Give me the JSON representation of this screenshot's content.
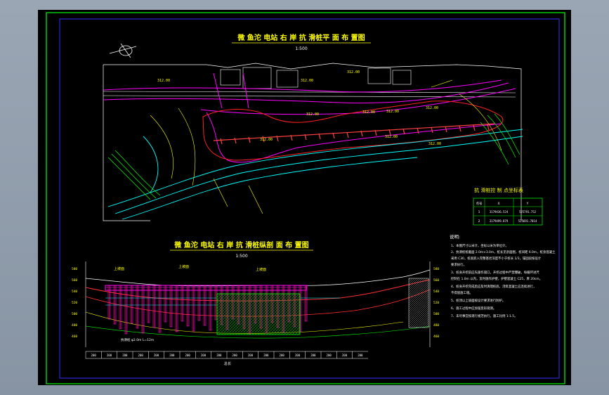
{
  "drawing": {
    "plan_title": "微 鱼沱 电站 右 岸 抗 滑桩平 面 布 置图",
    "plan_scale": "1:500",
    "profile_title": "微 鱼沱 电站 右 岸 抗 滑桩纵剖 面 布 置图",
    "profile_scale": "1:500",
    "control_table": {
      "title": "抗 滑桩控 制 点坐标表",
      "header": [
        "点号",
        "X",
        "Y"
      ],
      "rows": [
        [
          "1",
          "3179436.524",
          "525791.752"
        ],
        [
          "2",
          "3179499.879",
          "525691.7014"
        ]
      ]
    },
    "notes": {
      "heading": "说明:",
      "lines": [
        "1、本图尺寸以米计，坐标以米为单位计。",
        "2、抗滑桩桩截面 2.0m×3.0m，桩长见剖面图，桩间距 6.0m，桩身混凝土",
        "   采用 C30，桩底嵌入完整基岩深度不小于桩长 1/3，锚固段按设计",
        "   要求执行。",
        "3、桩身开挖前应先施作锁口，开挖过程中严禁爆破，每循环进尺",
        "   控制在 1.0m 以内，及时施作护壁，护壁混凝土 C25，厚 20cm。",
        "4、桩身开挖完成后应及时清理桩底，浇筑混凝土应连续进行，",
        "   不得留施工缝。",
        "5、桩顶以上坡面按设计要求进行防护。",
        "6、施工过程中应加强变形观测。",
        "7、未尽事宜按现行规范执行，施工比例 1:1.5。"
      ]
    },
    "plan_labels": [
      "312.00",
      "312.00",
      "312.00",
      "312.00",
      "312.00",
      "312.00",
      "312.00",
      "312.00",
      "312.00",
      "312.00"
    ],
    "profile_labels": [
      "上坡面",
      "上坡面",
      "上坡面"
    ],
    "axis_left": [
      "580",
      "560",
      "540",
      "520",
      "500",
      "480",
      "460"
    ],
    "axis_right": [
      "580",
      "560",
      "540",
      "520",
      "500",
      "480",
      "460"
    ],
    "profile_annotation": "抗滑桩 φ2.0m  L=12m",
    "bottom_distances": [
      "200",
      "200",
      "200",
      "200",
      "200",
      "200",
      "200",
      "200",
      "200",
      "200",
      "200",
      "200",
      "200",
      "200",
      "200",
      "200",
      "200",
      "200"
    ],
    "total_length": "总长"
  },
  "colors": {
    "background": "#000000",
    "border_green": "#00ff00",
    "border_blue": "#0000ff",
    "title_yellow": "#ffff00",
    "road_magenta": "#ff00ff",
    "river_cyan": "#00ffff",
    "pile_red": "#ff0000"
  }
}
